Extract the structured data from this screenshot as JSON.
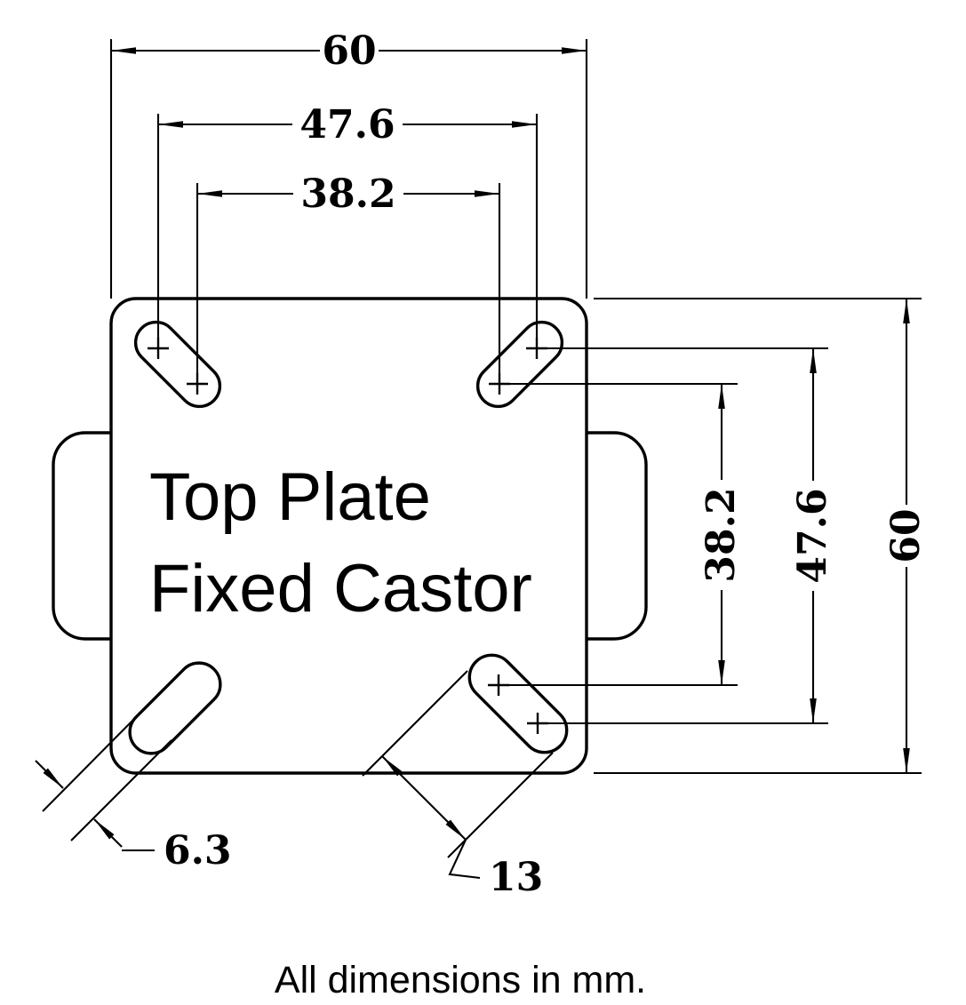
{
  "drawing": {
    "background": "#ffffff",
    "line_color": "#000000",
    "title": {
      "line1": "Top Plate",
      "line2": "Fixed Castor"
    },
    "caption": "All dimensions in mm.",
    "dimensions": {
      "plate_width_top": "60",
      "hole_spacing_outer_top": "47.6",
      "hole_spacing_inner_top": "38.2",
      "hole_spacing_inner_right": "38.2",
      "hole_spacing_outer_right": "47.6",
      "plate_height_right": "60",
      "slot_width": "6.3",
      "slot_length": "13"
    }
  }
}
